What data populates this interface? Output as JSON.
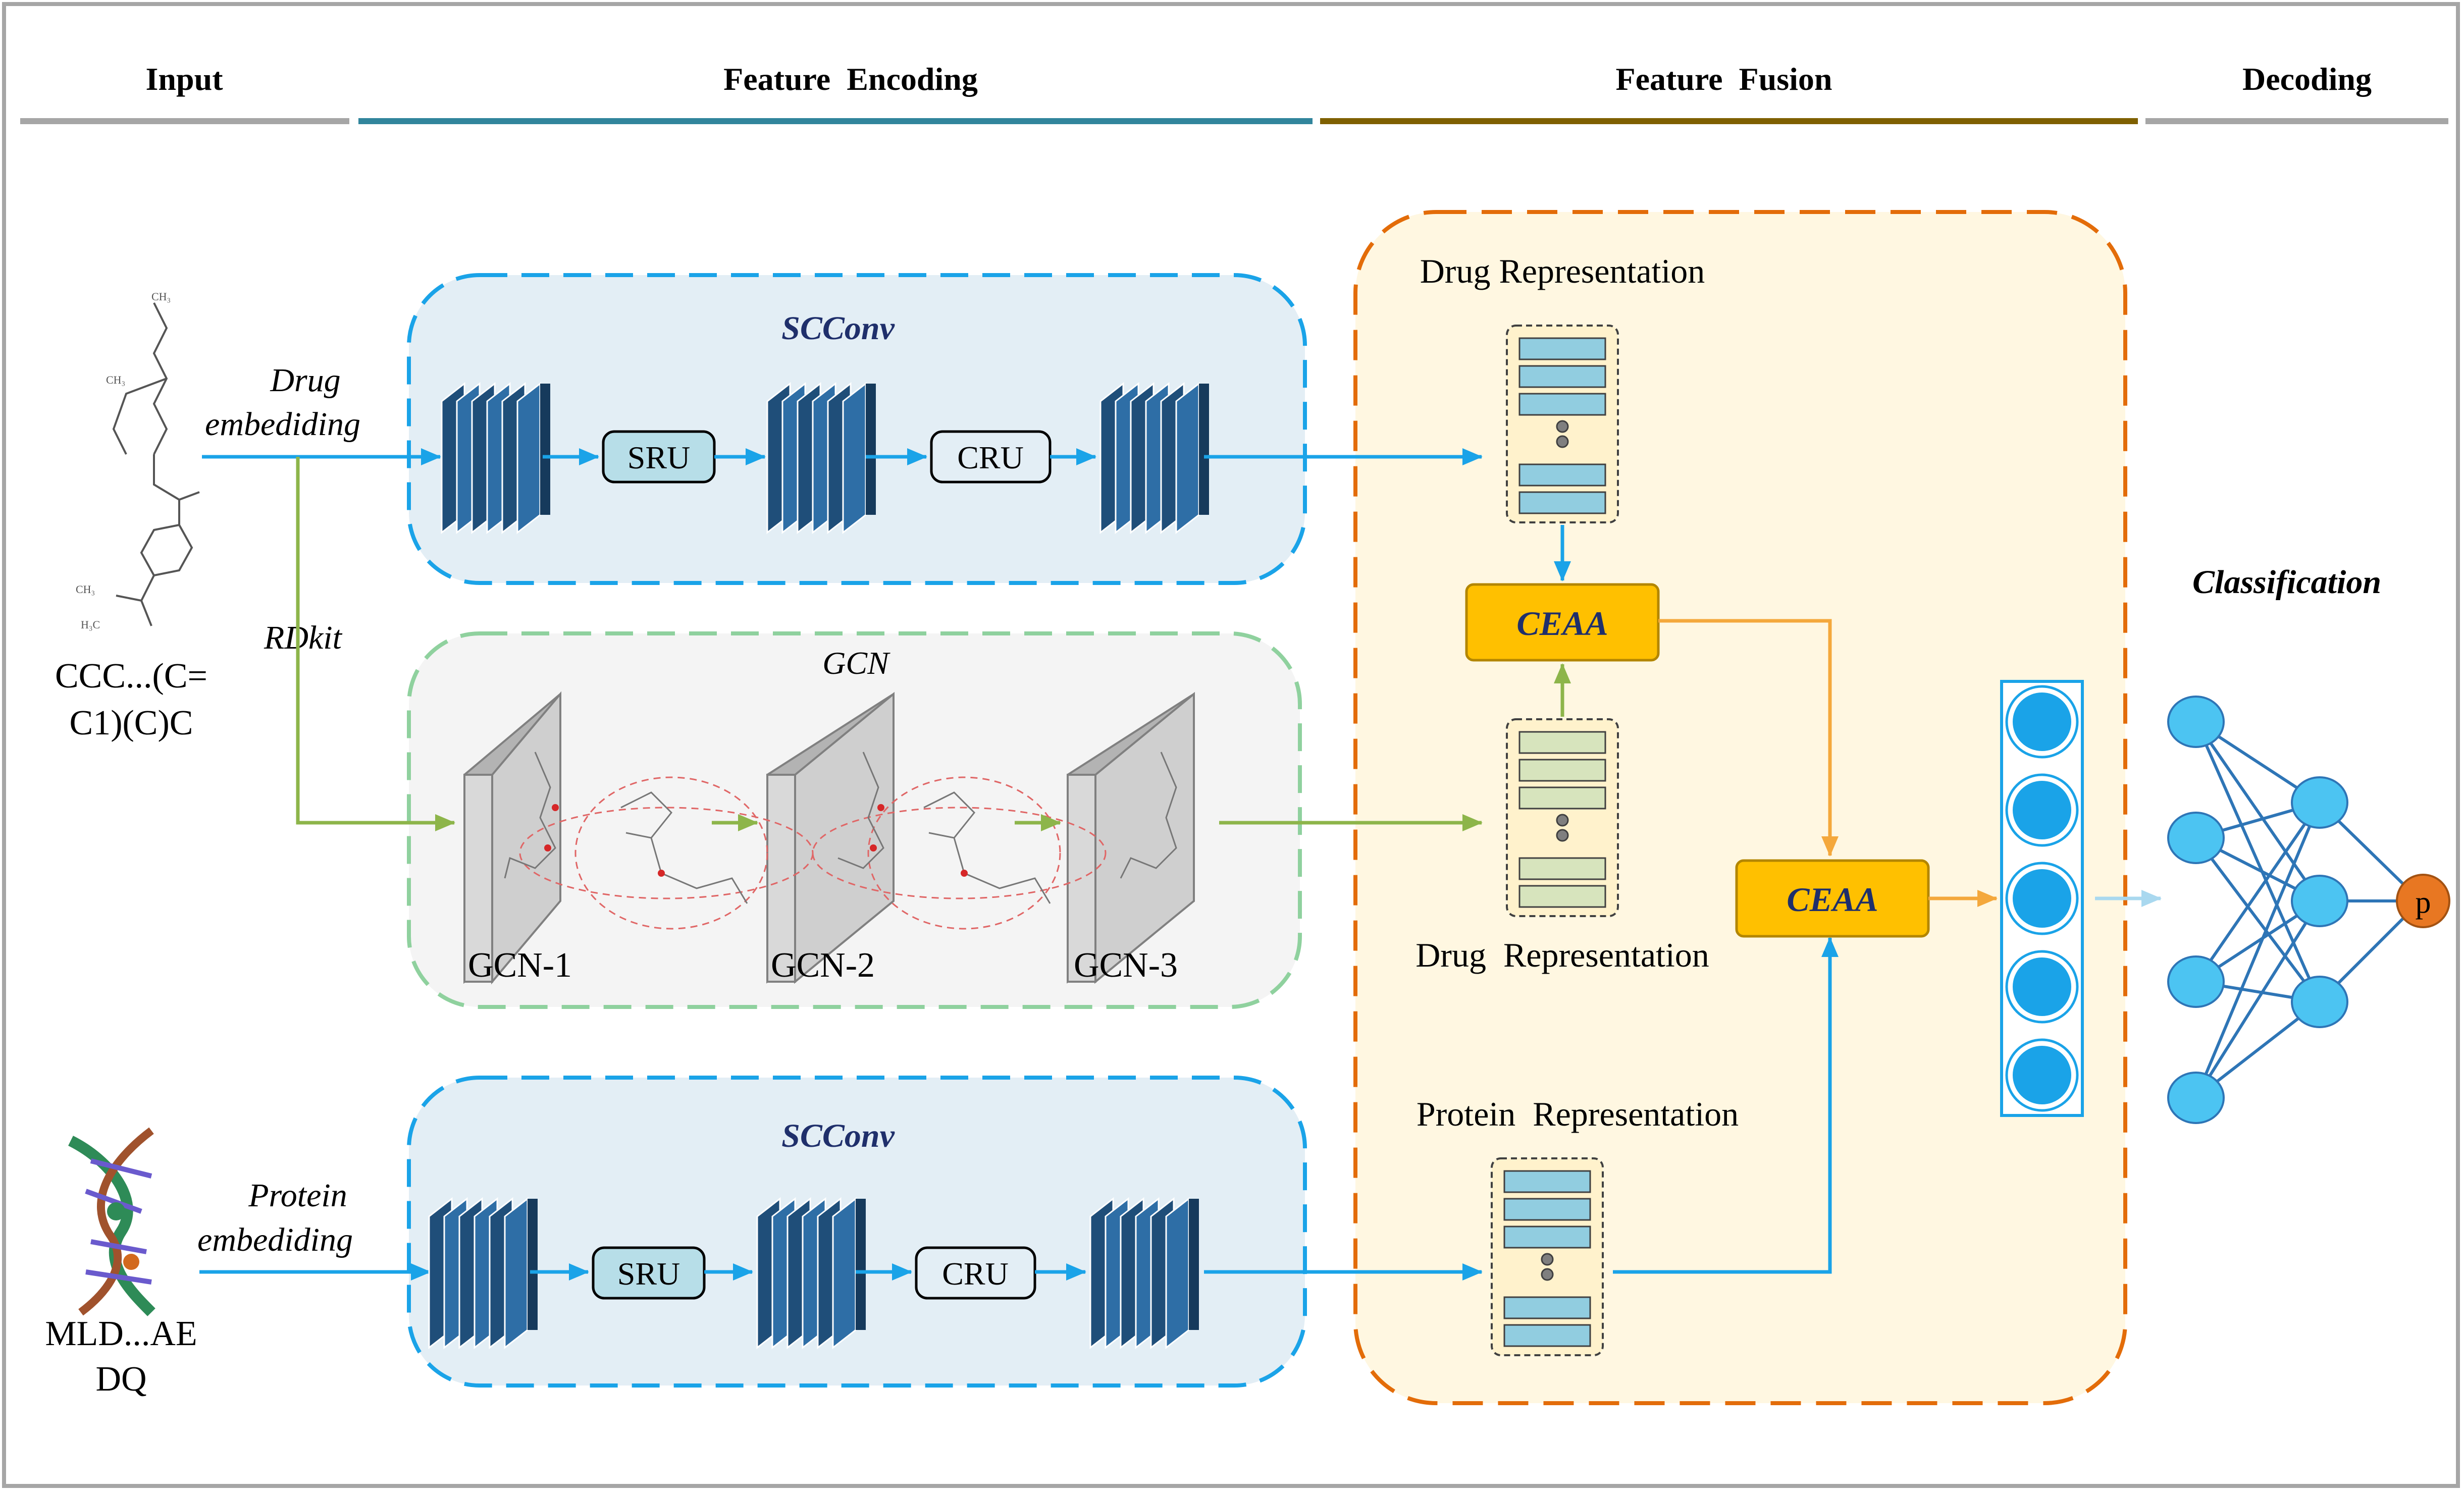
{
  "headers": {
    "input": "Input",
    "encoding": "Feature  Encoding",
    "fusion": "Feature  Fusion",
    "decoding": "Decoding"
  },
  "inputs": {
    "drug_embedding": [
      "Drug",
      "embediding"
    ],
    "rdkit": "RDkit",
    "smiles": [
      "CCC...(C=",
      "C1)(C)C"
    ],
    "protein_embedding": [
      "Protein",
      "embediding"
    ],
    "sequence": [
      "MLD...AE",
      "DQ"
    ]
  },
  "encoding": {
    "scconv_top_title": "SCConv",
    "scconv_bottom_title": "SCConv",
    "gcn_title": "GCN",
    "sru_label": "SRU",
    "cru_label": "CRU",
    "gcn_layers": [
      "GCN-1",
      "GCN-2",
      "GCN-3"
    ]
  },
  "fusion": {
    "drug_rep_top": "Drug Representation",
    "drug_rep_bottom": "Drug  Representation",
    "protein_rep": "Protein  Representation",
    "ceaa_label": "CEAA"
  },
  "decoding": {
    "classification": "Classification",
    "output": "p"
  },
  "colors": {
    "blue_arrow": "#1aa3e8",
    "green_arrow": "#8db54a",
    "orange_arrow": "#f4a83c",
    "ceaa_fill": "#ffc000",
    "fusion_fill": "#fff7e1",
    "scconv_fill": "#e3eef5",
    "gcn_fill": "#f4f4f4",
    "node_fill": "#4cc4f2",
    "out_node": "#e87722"
  }
}
